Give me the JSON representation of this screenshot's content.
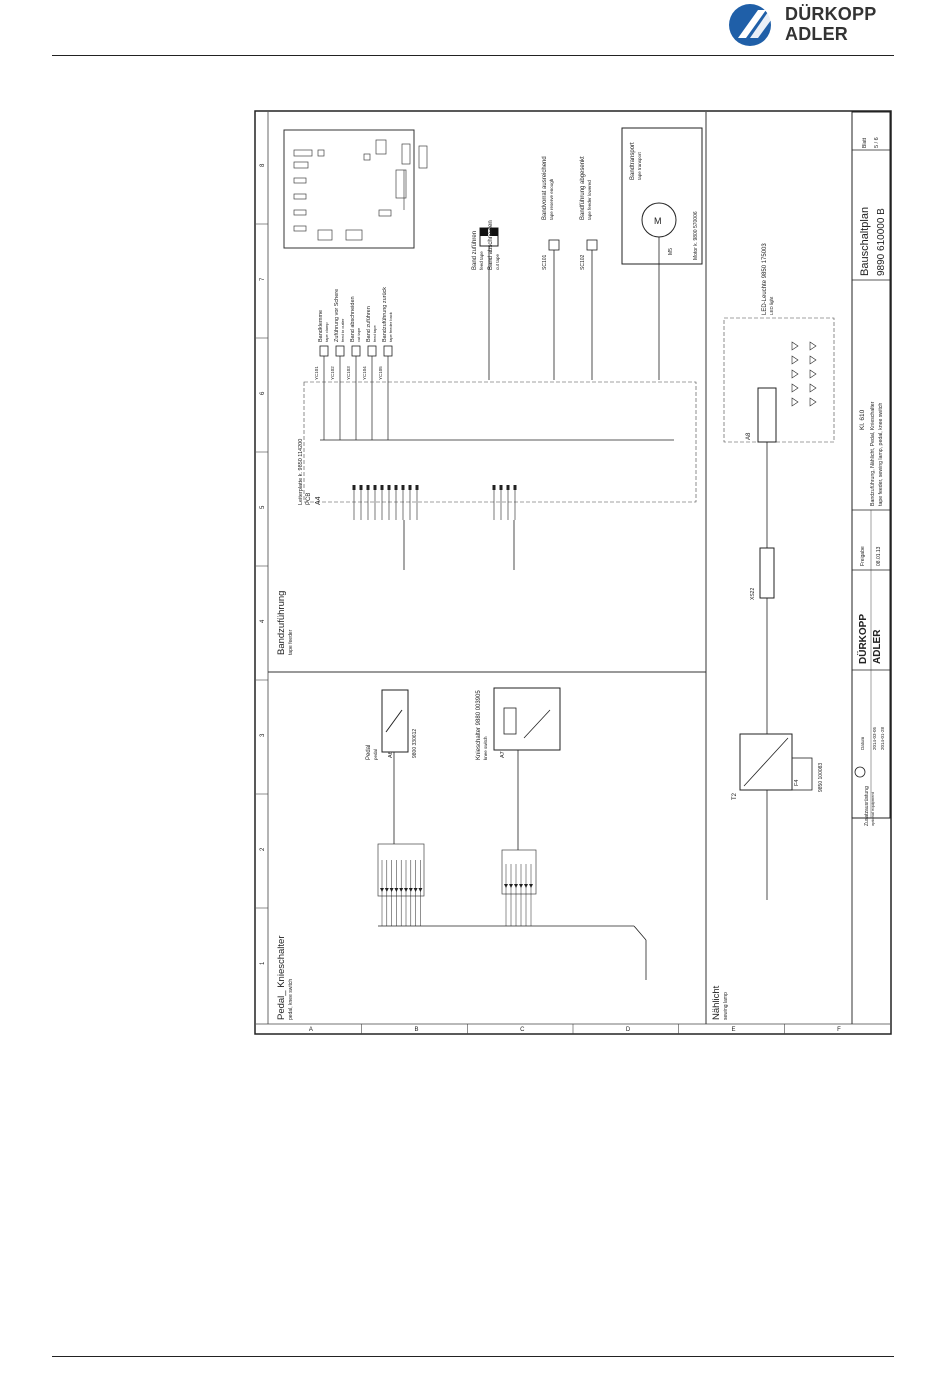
{
  "header": {
    "brand_line1": "DÜRKOPP",
    "brand_line2": "ADLER",
    "brand_color": "#1f5fa8"
  },
  "sheet": {
    "left_section_title": "Pedal_ Knieschalter",
    "left_section_subtitle": "pedal, knee switch",
    "right_section_title": "Bandzuführung",
    "right_section_subtitle": "tape feeder",
    "bottom_section_title": "Nählicht",
    "bottom_section_subtitle": "sewing lamp",
    "pcb_label": "Leiterplatte k. 9850 114200",
    "pcb_name": "PCB",
    "pcb_id": "A4",
    "pedal_label": "Pedal",
    "pedal_sub": "pedal",
    "pedal_id": "A6",
    "pedal_part": "9800 330612",
    "knee_label": "Knieschalter 9880 003905",
    "knee_sub": "knee switch",
    "knee_id": "A7",
    "band_zufuehren": "Band zuführen",
    "band_zufuehren_sub": "feed tape",
    "band_abschneiden": "Band abschneiden",
    "band_abschneiden_sub": "cut tape",
    "bandvorrat": "Bandvorrat ausreichend",
    "bandvorrat_sub": "tape reserve enough",
    "bandfuehrung_abgesenkt": "Bandführung abgesenkt",
    "bandfuehrung_abgesenkt_sub": "tape feeder lowered",
    "motor_label": "Bandtransport",
    "motor_sub": "tape transport",
    "motor_part": "Motor k. 9800 570006",
    "motor_id": "M5",
    "sensor1_id": "SC101",
    "sensor2_id": "SC102",
    "valves": [
      {
        "id": "YC101",
        "label": "Bandklemme",
        "sub": "tape clamp"
      },
      {
        "id": "YC102",
        "label": "Zuführung vor Schere",
        "sub": "feed to cutter"
      },
      {
        "id": "YC103",
        "label": "Band abschneiden",
        "sub": "cut tape"
      },
      {
        "id": "YC104",
        "label": "Band zuführen",
        "sub": "feed tape"
      },
      {
        "id": "YC105",
        "label": "Bandzuführung zurück",
        "sub": "tape feeder back"
      }
    ],
    "led_label": "LED-Leuchte 9850 175003",
    "led_sub": "LED light",
    "led_id": "A8",
    "transformer_id": "T2",
    "transformer_part": "9850 100083",
    "fuse_id": "F4",
    "connector_xs22": "XS22",
    "optional_note": "Zusatzausrüstung",
    "optional_note_sub": "optional equipment",
    "title_block": {
      "drawing_name": "Bauschaltplan",
      "drawing_number": "9890  610000  B",
      "sheet_label": "Blatt",
      "sheet_number": "5 / 6",
      "model": "Kl. 610",
      "desc_de": "Bandzuführung, Nählicht, Pedal, Knieschalter",
      "desc_en": "tape feeder, sewing lamp, pedal, knee switch",
      "brand_line1": "DÜRKOPP",
      "brand_line2": "ADLER",
      "release": "Freigabe",
      "date_release": "08.01.13",
      "zeichnung": "Datum",
      "date1": "2014-03-05",
      "date2": "2014-01-28"
    },
    "grid_numbers": [
      "1",
      "2",
      "3",
      "4",
      "5",
      "6",
      "7",
      "8"
    ],
    "grid_letters": [
      "A",
      "B",
      "C",
      "D",
      "E",
      "F"
    ]
  }
}
